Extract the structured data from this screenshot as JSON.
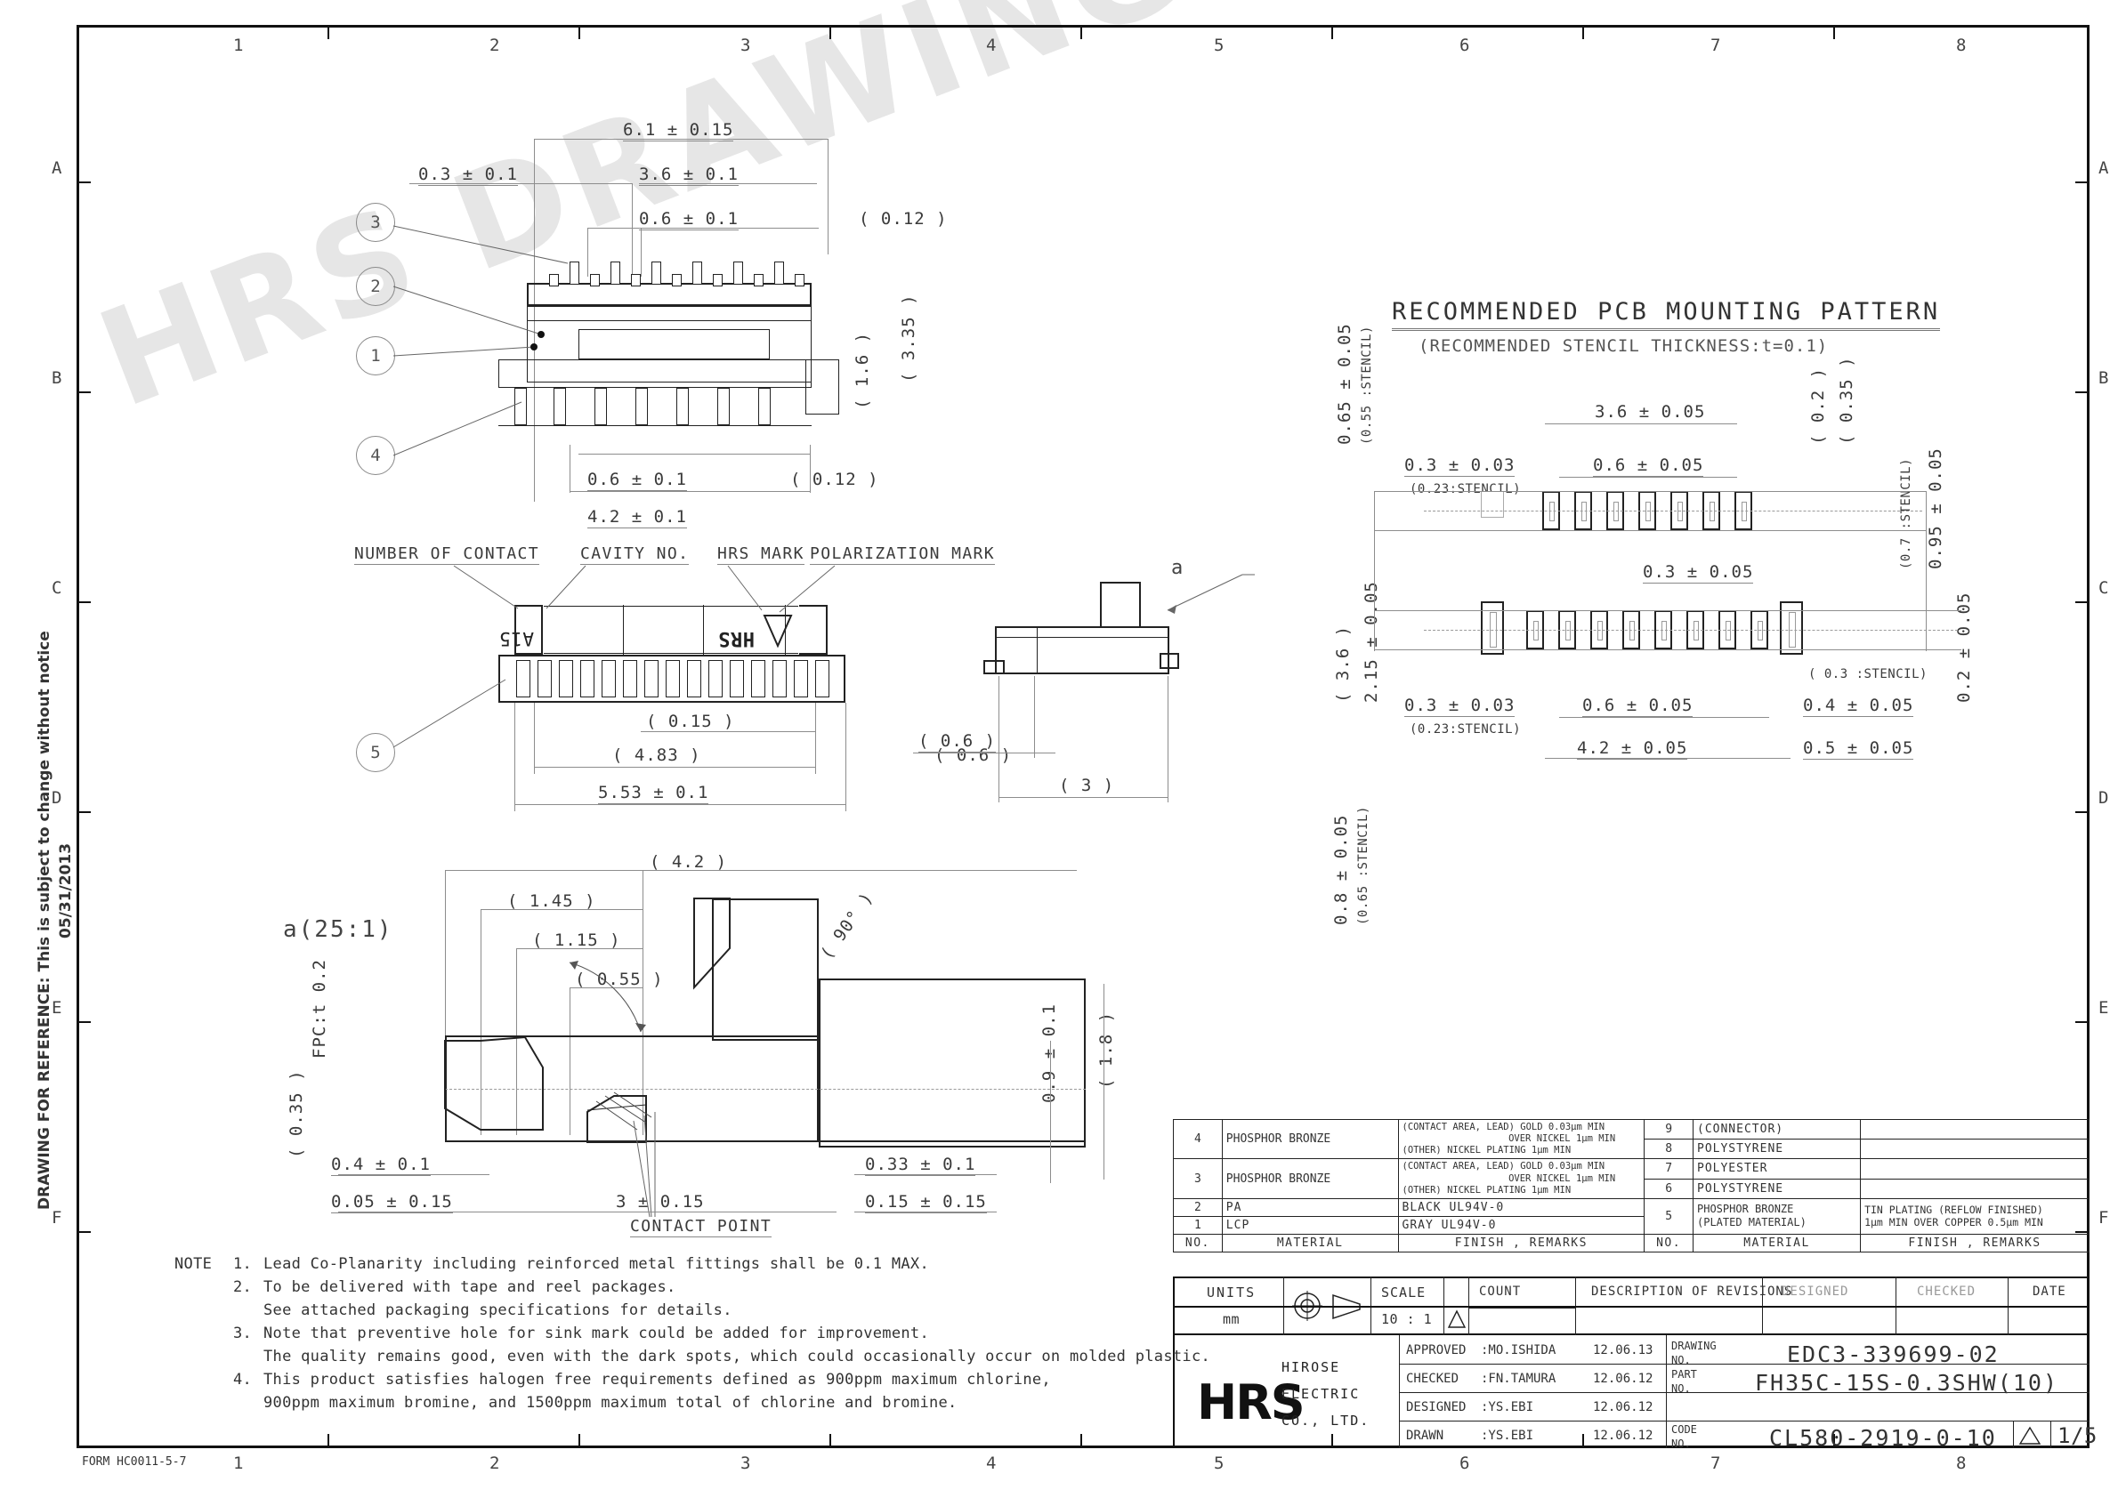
{
  "sheet": {
    "side_notice": "DRAWING FOR REFERENCE: This is subject to change without notice",
    "side_date": "05/31/2013",
    "form_code": "FORM HC0011-5-7",
    "watermark": "HRS DRAWING FOR REFERENCE",
    "zones_top": [
      "1",
      "2",
      "3",
      "4",
      "5",
      "6",
      "7",
      "8"
    ],
    "zones_bottom": [
      "1",
      "2",
      "3",
      "4",
      "5",
      "6",
      "7",
      "8"
    ],
    "zones_left": [
      "A",
      "B",
      "C",
      "D",
      "E",
      "F"
    ],
    "zones_right": [
      "A",
      "B",
      "C",
      "D",
      "E",
      "F"
    ]
  },
  "view_top": {
    "balloons": [
      "3",
      "2",
      "1",
      "4"
    ],
    "dims": {
      "overall": "6.1 ± 0.15",
      "edge_to_first": "0.3 ± 0.1",
      "pin_span": "3.6 ± 0.1",
      "pitch": "0.6 ± 0.1",
      "pin_width_ref": "( 0.12 )",
      "height": "( 3.35 )",
      "body_height": "( 1.6 )",
      "lower_pitch": "0.6 ± 0.1",
      "lower_width_ref": "( 0.12 )",
      "lower_span": "4.2 ± 0.1"
    }
  },
  "view_plan": {
    "callouts": {
      "number_of_contact": "NUMBER OF CONTACT",
      "cavity_no": "CAVITY NO.",
      "hrs_mark": "HRS MARK",
      "polarization_mark": "POLARIZATION MARK"
    },
    "marks": {
      "contact_count": "A15",
      "brand": "HRS"
    },
    "balloon": "5",
    "dims": {
      "inner": "( 4.83 )",
      "tab": "( 0.15 )",
      "overall": "5.53 ± 0.1",
      "right_ref": "( 0.6 )"
    }
  },
  "view_side": {
    "detail_tag": "a",
    "dims": {
      "lead": "( 0.6 )",
      "depth": "( 3 )"
    }
  },
  "view_detail": {
    "title": "a(25:1)",
    "dims": {
      "overall": "( 4.2 )",
      "d145": "( 1.45 )",
      "d115": "( 1.15 )",
      "d055": "( 0.55 )",
      "fpc": "FPC:t 0.2",
      "d035": "( 0.35 )",
      "d04": "0.4 ± 0.1",
      "d005": "0.05 ± 0.15",
      "d3": "3 ± 0.15",
      "d033": "0.33 ± 0.1",
      "d015": "0.15 ± 0.15",
      "angle": "( 90° )",
      "d09": "0.9 ± 0.1",
      "d18": "( 1.8 )",
      "contact_point": "CONTACT POINT"
    }
  },
  "view_pcb": {
    "title": "RECOMMENDED PCB MOUNTING PATTERN",
    "subtitle": "(RECOMMENDED STENCIL THICKNESS:t=0.1)",
    "dims": {
      "top_left_a": "0.65 ± 0.05",
      "top_left_b": "(0.55 :STENCIL)",
      "top_pitch_first": "0.3 ± 0.03",
      "top_pitch_first_sub": "(0.23:STENCIL)",
      "top_span": "3.6 ± 0.05",
      "top_pitch": "0.6 ± 0.05",
      "top_right_a": "( 0.2 )",
      "top_right_b": "( 0.35 )",
      "right_c": "(0.7 :STENCIL)",
      "right_d": "0.95 ± 0.05",
      "left_mid": "( 3.6 )",
      "left_mid2": "2.15 ± 0.05",
      "mid_spacing": "0.3 ± 0.05",
      "bot_left_a": "0.8 ± 0.05",
      "bot_left_b": "(0.65 :STENCIL)",
      "bot_pitch_first": "0.3 ± 0.03",
      "bot_pitch_first_sub": "(0.23:STENCIL)",
      "bot_pitch": "0.6 ± 0.05",
      "bot_span": "4.2 ± 0.05",
      "bot_right_a": "0.4 ± 0.05",
      "bot_right_b": "0.5 ± 0.05",
      "bot_right_sub": "( 0.3 :STENCIL)",
      "bot_right_c": "0.2 ± 0.05"
    }
  },
  "materials": {
    "headers_left": {
      "no": "NO.",
      "material": "MATERIAL",
      "finish": "FINISH , REMARKS"
    },
    "headers_right": {
      "no": "NO.",
      "material": "MATERIAL",
      "finish": "FINISH , REMARKS"
    },
    "left_rows": [
      {
        "no": "4",
        "material": "PHOSPHOR BRONZE",
        "finish_l1": "(CONTACT AREA, LEAD) GOLD 0.03µm MIN",
        "finish_l2": "OVER NICKEL 1µm MIN",
        "finish_l3": "(OTHER) NICKEL PLATING 1µm MIN"
      },
      {
        "no": "3",
        "material": "PHOSPHOR BRONZE",
        "finish_l1": "(CONTACT AREA, LEAD) GOLD 0.03µm MIN",
        "finish_l2": "OVER NICKEL 1µm MIN",
        "finish_l3": "(OTHER) NICKEL PLATING 1µm MIN"
      },
      {
        "no": "2",
        "material": "PA",
        "finish_l1": "BLACK UL94V-0",
        "finish_l2": "",
        "finish_l3": ""
      },
      {
        "no": "1",
        "material": "LCP",
        "finish_l1": "GRAY  UL94V-0",
        "finish_l2": "",
        "finish_l3": ""
      }
    ],
    "right_rows": [
      {
        "no": "9",
        "material": "(CONNECTOR)",
        "finish": ""
      },
      {
        "no": "8",
        "material": "POLYSTYRENE",
        "finish": ""
      },
      {
        "no": "7",
        "material": "POLYESTER",
        "finish": ""
      },
      {
        "no": "6",
        "material": "POLYSTYRENE",
        "finish": ""
      },
      {
        "no": "5",
        "material": "PHOSPHOR BRONZE",
        "material2": "(PLATED MATERIAL)",
        "finish": "TIN PLATING (REFLOW FINISHED)",
        "finish2": "1µm MIN OVER COPPER 0.5µm MIN"
      }
    ]
  },
  "revision_bar": {
    "units_label": "UNITS",
    "units_value": "mm",
    "scale_label": "SCALE",
    "scale_value": "10 : 1",
    "count_label": "COUNT",
    "description_label": "DESCRIPTION OF REVISIONS",
    "designed_label": "DESIGNED",
    "checked_label": "CHECKED",
    "date_label": "DATE",
    "rev_mark": "△"
  },
  "title_block": {
    "company_l1": "HIROSE",
    "company_l2": "ELECTRIC",
    "company_l3": "CO., LTD.",
    "logo": "HRS",
    "approved_label": "APPROVED",
    "approved_name": ":MO.ISHIDA",
    "approved_date": "12.06.13",
    "checked_label": "CHECKED",
    "checked_name": ":FN.TAMURA",
    "checked_date": "12.06.12",
    "designed_label": "DESIGNED",
    "designed_name": ":YS.EBI",
    "designed_date": "12.06.12",
    "drawn_label": "DRAWN",
    "drawn_name": ":YS.EBI",
    "drawn_date": "12.06.12",
    "drawing_no_label_l1": "DRAWING",
    "drawing_no_label_l2": "NO.",
    "drawing_no": "EDC3-339699-02",
    "part_no_label_l1": "PART",
    "part_no_label_l2": "NO.",
    "part_no": "FH35C-15S-0.3SHW(10)",
    "code_no_label_l1": "CODE",
    "code_no_label_l2": "NO.",
    "code_no": "CL580-2919-0-10",
    "rev_mark": "△",
    "sheet": "1/5"
  },
  "notes": {
    "key": "NOTE",
    "items": [
      {
        "num": "1.",
        "lines": [
          "Lead Co-Planarity including reinforced metal fittings shall be 0.1 MAX."
        ]
      },
      {
        "num": "2.",
        "lines": [
          "To be delivered with tape and reel packages.",
          "See attached packaging specifications for details."
        ]
      },
      {
        "num": "3.",
        "lines": [
          "Note that preventive hole for sink mark could be added for improvement.",
          "The quality remains good, even with the dark spots, which could occasionally occur on molded plastic."
        ]
      },
      {
        "num": "4.",
        "lines": [
          "This product satisfies halogen free requirements defined as 900ppm maximum chlorine,",
          "900ppm maximum bromine, and 1500ppm maximum total of chlorine and bromine."
        ]
      }
    ]
  }
}
